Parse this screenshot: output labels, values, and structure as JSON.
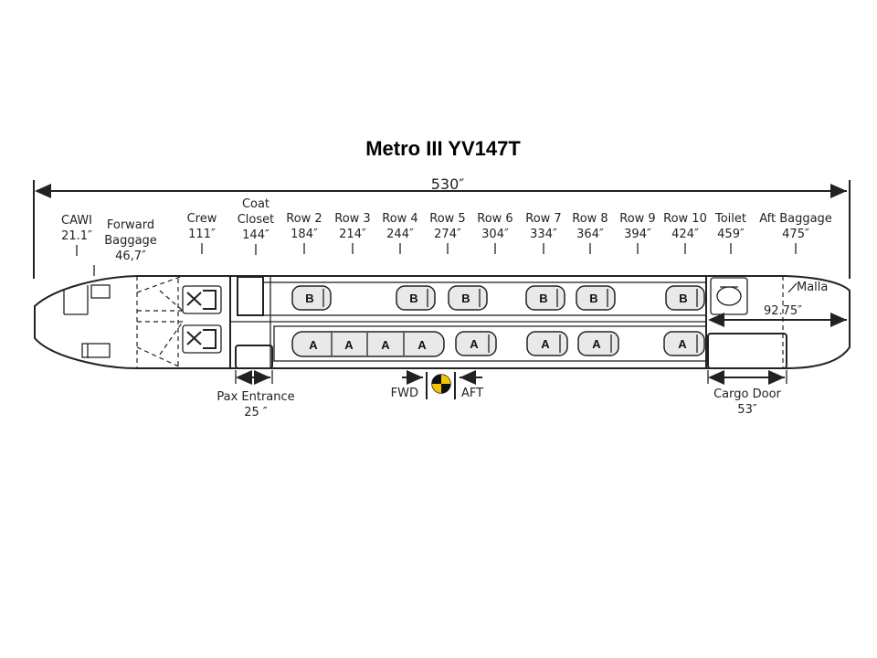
{
  "title": "Metro III  YV147T",
  "overall_length": "530″",
  "stations": [
    {
      "name": "CAWI",
      "value": "21.1″"
    },
    {
      "name": "Forward\nBaggage",
      "value": "46,7″"
    },
    {
      "name": "Crew",
      "value": "111″"
    },
    {
      "name": "Coat\nCloset",
      "value": "144″"
    },
    {
      "name": "Row 2",
      "value": "184″"
    },
    {
      "name": "Row 3",
      "value": "214″"
    },
    {
      "name": "Row 4",
      "value": "244″"
    },
    {
      "name": "Row 5",
      "value": "274″"
    },
    {
      "name": "Row 6",
      "value": "304″"
    },
    {
      "name": "Row 7",
      "value": "334″"
    },
    {
      "name": "Row 8",
      "value": "364″"
    },
    {
      "name": "Row 9",
      "value": "394″"
    },
    {
      "name": "Row 10",
      "value": "424″"
    },
    {
      "name": "Toilet",
      "value": "459″"
    },
    {
      "name": "Aft Baggage",
      "value": "475″"
    }
  ],
  "seats_b": [
    "B",
    "B",
    "B",
    "B",
    "B",
    "B"
  ],
  "seats_a": [
    "A",
    "A",
    "A",
    "A",
    "A",
    "A",
    "A",
    "A"
  ],
  "malla": {
    "label": "Malla",
    "value": "92.75″"
  },
  "pax_entrance": {
    "label": "Pax Entrance",
    "value": "25 ″"
  },
  "cargo_door": {
    "label": "Cargo Door",
    "value": "53″"
  },
  "cg": {
    "fwd": "FWD",
    "aft": "AFT"
  }
}
